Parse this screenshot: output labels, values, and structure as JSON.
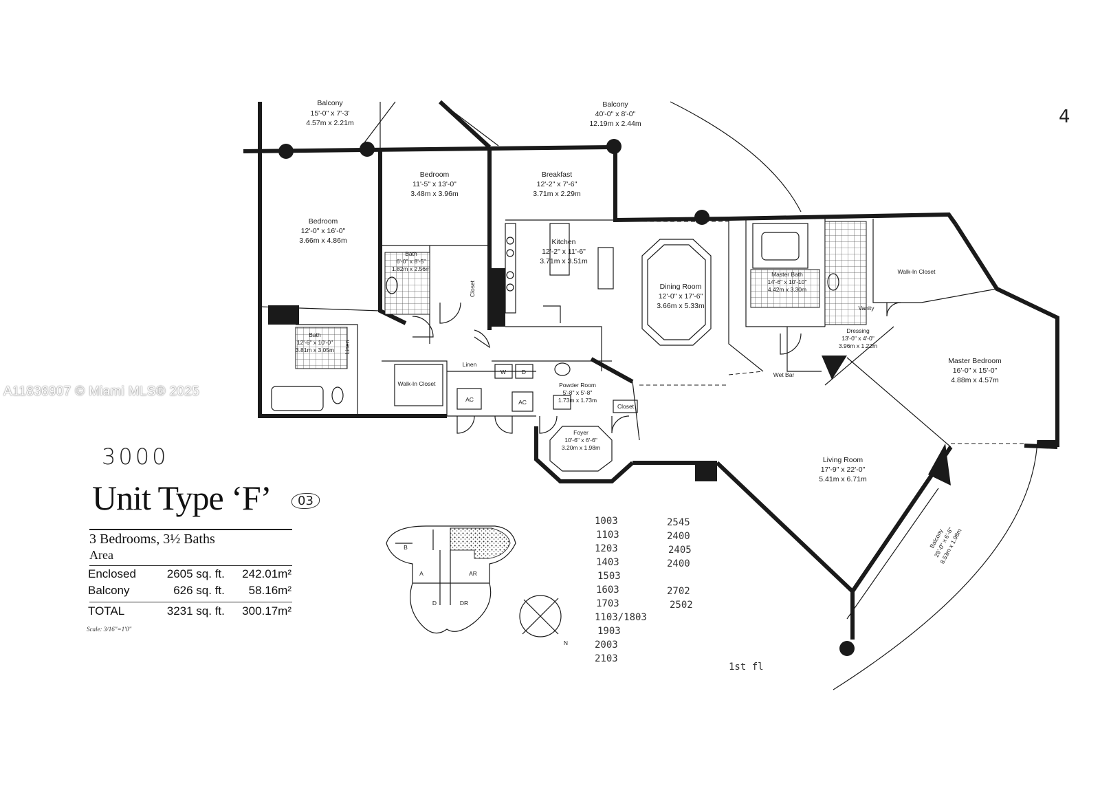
{
  "watermark": "A11836907 © Miami MLS® 2025",
  "corner_mark": "4",
  "handwritten_code": "3000",
  "unit": {
    "title": "Unit Type ‘F’",
    "title_suffix": "03",
    "bedrooms_baths": "3 Bedrooms, 3½ Baths",
    "area_heading": "Area",
    "rows": [
      {
        "label": "Enclosed",
        "sqft": "2605 sq. ft.",
        "sqm": "242.01m²"
      },
      {
        "label": "Balcony",
        "sqft": "626 sq. ft.",
        "sqm": "58.16m²"
      }
    ],
    "total": {
      "label": "TOTAL",
      "sqft": "3231 sq. ft.",
      "sqm": "300.17m²"
    },
    "scale": "Scale: 3/16\"=1'0\""
  },
  "rooms": {
    "balcony_left": {
      "name": "Balcony",
      "dims": "15'-0\" x 7'-3'",
      "metric": "4.57m x 2.21m"
    },
    "balcony_top": {
      "name": "Balcony",
      "dims": "40'-0\" x 8'-0\"",
      "metric": "12.19m x 2.44m"
    },
    "bedroom_1": {
      "name": "Bedroom",
      "dims": "12'-0\" x 16'-0\"",
      "metric": "3.66m x 4.86m"
    },
    "bedroom_2": {
      "name": "Bedroom",
      "dims": "11'-5\" x 13'-0\"",
      "metric": "3.48m x 3.96m"
    },
    "breakfast": {
      "name": "Breakfast",
      "dims": "12'-2\" x 7'-6\"",
      "metric": "3.71m x 2.29m"
    },
    "kitchen": {
      "name": "Kitchen",
      "dims": "12'-2\" x 11'-6\"",
      "metric": "3.71m x 3.51m"
    },
    "bath_1": {
      "name": "Bath",
      "dims": "6'-0\" x 8'-5\"",
      "metric": "1.82m x 2.56m"
    },
    "bath_2": {
      "name": "Bath",
      "dims": "12'-6\" x 10'-0\"",
      "metric": "3.81m x 3.05m"
    },
    "dining": {
      "name": "Dining Room",
      "dims": "12'-0\" x 17'-6\"",
      "metric": "3.66m x 5.33m"
    },
    "master_bath": {
      "name": "Master Bath",
      "dims": "14'-6\" x 10'-10\"",
      "metric": "4.42m x 3.30m"
    },
    "walk_in_closet_master": {
      "name": "Walk-In Closet"
    },
    "vanity": {
      "name": "Vanity"
    },
    "dressing": {
      "name": "Dressing",
      "dims": "13'-0\" x 4'-0\"",
      "metric": "3.96m x 1.22m"
    },
    "master_bedroom": {
      "name": "Master Bedroom",
      "dims": "16'-0\" x 15'-0\"",
      "metric": "4.88m x 4.57m"
    },
    "wet_bar": {
      "name": "Wet Bar"
    },
    "walk_in_closet": {
      "name": "Walk-In Closet"
    },
    "linen_1": {
      "name": "Linen"
    },
    "linen_2": {
      "name": "Linen"
    },
    "closet_1": {
      "name": "Closet"
    },
    "closet_2": {
      "name": "Closet"
    },
    "ac_1": {
      "name": "AC"
    },
    "ac_2": {
      "name": "AC"
    },
    "washer": "W",
    "dryer": "D",
    "powder": {
      "name": "Powder Room",
      "dims": "5'-8\" x 5'-8\"",
      "metric": "1.73m x 1.73m"
    },
    "foyer": {
      "name": "Foyer",
      "dims": "10'-6\" x 6'-6\"",
      "metric": "3.20m x 1.98m"
    },
    "living": {
      "name": "Living Room",
      "dims": "17'-9\" x 22'-0\"",
      "metric": "5.41m x 6.71m"
    },
    "balcony_right": {
      "name": "Balcony",
      "dims": "28'-0\" x 6'-6\"",
      "metric": "8.53m x 1.98m"
    }
  },
  "keyplan": {
    "labels": [
      "B",
      "A",
      "AR",
      "D",
      "DR"
    ]
  },
  "compass": {
    "north": "N"
  },
  "handwritten_list_a": [
    "1003",
    "1103",
    "1203",
    "1403",
    "1503",
    "1603",
    "1703",
    "1103/1803",
    "1903",
    "2003",
    "2103"
  ],
  "handwritten_list_b": [
    "2545",
    "2400",
    "2405",
    "2400",
    "2702",
    "2502"
  ],
  "handwritten_note": "1st fl"
}
